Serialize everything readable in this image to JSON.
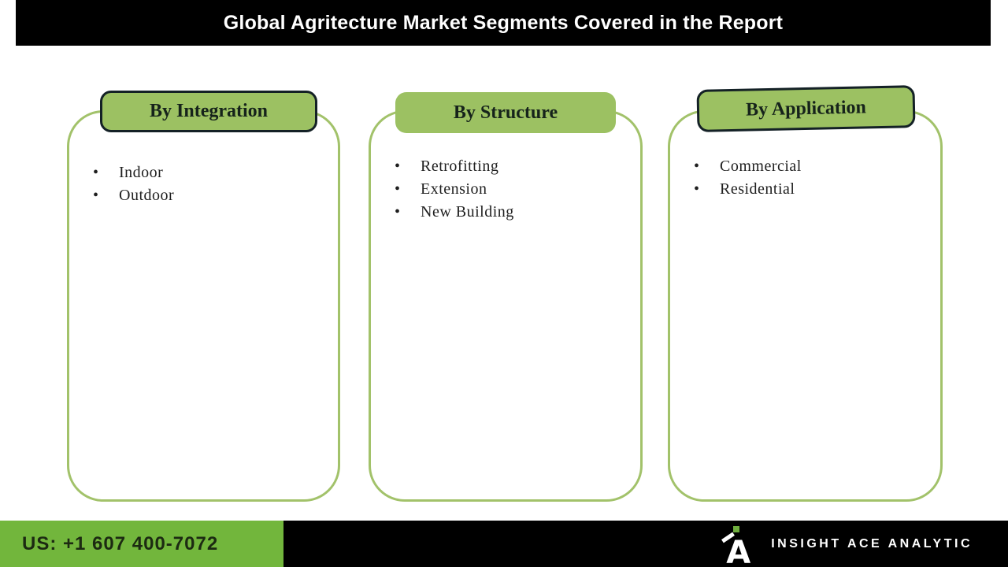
{
  "header": {
    "title": "Global Agritecture Market Segments Covered in the Report"
  },
  "segments": [
    {
      "title": "By Integration",
      "items": [
        "Indoor",
        "Outdoor"
      ]
    },
    {
      "title": "By Structure",
      "items": [
        "Retrofitting",
        "Extension",
        "New Building"
      ]
    },
    {
      "title": "By Application",
      "items": [
        "Commercial",
        "Residential"
      ]
    }
  ],
  "footer": {
    "phone": "US: +1 607 400-7072",
    "brand": "INSIGHT ACE ANALYTIC",
    "logo_letter": "A"
  },
  "colors": {
    "pill_green": "#9cc162",
    "outline_green": "#a2c26a",
    "footer_green": "#72b63c",
    "pill_border_dark": "#142126",
    "bar_black": "#000000",
    "text_dark": "#1f1f1f",
    "title_white": "#ffffff"
  }
}
